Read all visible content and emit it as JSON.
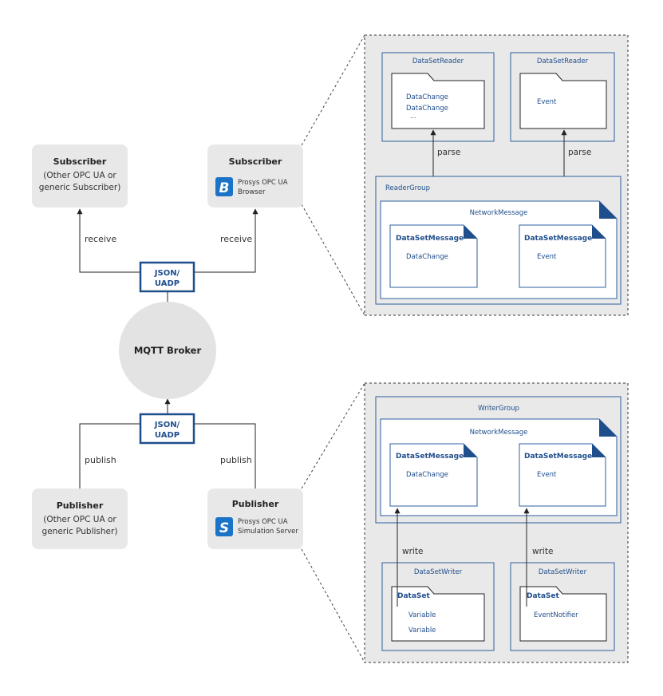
{
  "colors": {
    "accent": "#1f4e8c",
    "node_fill": "#e8e8e8",
    "panel_fill": "#e9e9e9",
    "box_stroke": "#2e5fa0"
  },
  "subscriber_left": {
    "title": "Subscriber",
    "line1": "(Other OPC UA or",
    "line2": "generic Subscriber)"
  },
  "subscriber_right": {
    "title": "Subscriber",
    "app_line1": "Prosys OPC UA",
    "app_line2": "Browser",
    "icon": "b-app-icon"
  },
  "publisher_left": {
    "title": "Publisher",
    "line1": "(Other OPC UA or",
    "line2": "generic Publisher)"
  },
  "publisher_right": {
    "title": "Publisher",
    "app_line1": "Prosys OPC UA",
    "app_line2": "Simulation Server",
    "icon": "s-app-icon"
  },
  "broker": {
    "label": "MQTT Broker"
  },
  "encoding_top": {
    "line1": "JSON/",
    "line2": "UADP"
  },
  "encoding_bottom": {
    "line1": "JSON/",
    "line2": "UADP"
  },
  "edges": {
    "receive_left": "receive",
    "receive_right": "receive",
    "publish_left": "publish",
    "publish_right": "publish"
  },
  "subscriber_detail": {
    "reader_left": {
      "title": "DataSetReader",
      "items": [
        "DataChange",
        "DataChange",
        "..."
      ]
    },
    "reader_right": {
      "title": "DataSetReader",
      "items": [
        "Event"
      ]
    },
    "parse_left": "parse",
    "parse_right": "parse",
    "group": "ReaderGroup",
    "network_message": "NetworkMessage",
    "msg_left": {
      "title": "DataSetMessage",
      "item": "DataChange"
    },
    "msg_right": {
      "title": "DataSetMessage",
      "item": "Event"
    }
  },
  "publisher_detail": {
    "group": "WriterGroup",
    "network_message": "NetworkMessage",
    "msg_left": {
      "title": "DataSetMessage",
      "item": "DataChange"
    },
    "msg_right": {
      "title": "DataSetMessage",
      "item": "Event"
    },
    "write_left": "write",
    "write_right": "write",
    "writer_left": {
      "title": "DataSetWriter",
      "dataset": "DataSet",
      "items": [
        "Variable",
        "Variable"
      ]
    },
    "writer_right": {
      "title": "DataSetWriter",
      "dataset": "DataSet",
      "items": [
        "EventNotifier"
      ]
    }
  }
}
